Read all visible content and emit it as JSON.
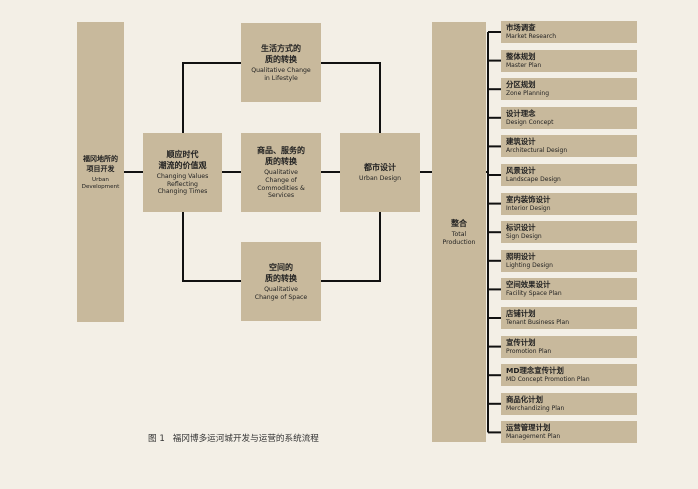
{
  "left_box": {
    "zh": "福冈地所的\n项目开发",
    "en": "Urban\nDevelopment"
  },
  "center_box": {
    "zh": "顺应时代\n潮流的价值观",
    "en": "Changing Values\nReflecting\nChanging Times"
  },
  "top_box": {
    "zh": "生活方式的\n质的转换",
    "en": "Qualitative Change\nin Lifestyle"
  },
  "mid_box": {
    "zh": "商品、服务的\n质的转换",
    "en": "Qualitative\nChange of\nCommodities &\nServices"
  },
  "bottom_box": {
    "zh": "空间的\n质的转换",
    "en": "Qualitative\nChange of Space"
  },
  "urban_design_box": {
    "zh": "都市设计",
    "en": "Urban Design"
  },
  "total_box": {
    "zh": "整合",
    "en": "Total\nProduction"
  },
  "list_items": [
    {
      "zh": "市场调查",
      "en": "Market Research"
    },
    {
      "zh": "整体规划",
      "en": "Master Plan"
    },
    {
      "zh": "分区规划",
      "en": "Zone Planning"
    },
    {
      "zh": "设计理念",
      "en": "Design Concept"
    },
    {
      "zh": "建筑设计",
      "en": "Architectural Design"
    },
    {
      "zh": "风景设计",
      "en": "Landscape Design"
    },
    {
      "zh": "室内装饰设计",
      "en": "Interior Design"
    },
    {
      "zh": "标识设计",
      "en": "Sign Design"
    },
    {
      "zh": "照明设计",
      "en": "Lighting Design"
    },
    {
      "zh": "空间效果设计",
      "en": "Facility Space Plan"
    },
    {
      "zh": "店铺计划",
      "en": "Tenant Business Plan"
    },
    {
      "zh": "宣传计划",
      "en": "Promotion Plan"
    },
    {
      "zh": "MD理念宣传计划",
      "en": "MD Concept Promotion Plan"
    },
    {
      "zh": "商品化计划",
      "en": "Merchandizing Plan"
    },
    {
      "zh": "运营管理计划",
      "en": "Management Plan"
    }
  ],
  "caption": {
    "number": "图 1",
    "text": "福冈博多运河城开发与运营的系统流程"
  }
}
